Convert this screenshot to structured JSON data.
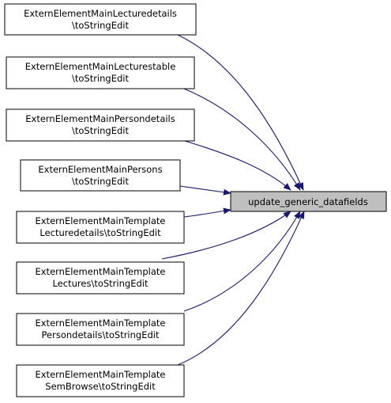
{
  "target": {
    "label": "update_generic_datafields"
  },
  "callers": [
    {
      "line1": "ExternElementMainLecturedetails",
      "line2": "\\toStringEdit"
    },
    {
      "line1": "ExternElementMainLecturestable",
      "line2": "\\toStringEdit"
    },
    {
      "line1": "ExternElementMainPersondetails",
      "line2": "\\toStringEdit"
    },
    {
      "line1": "ExternElementMainPersons",
      "line2": "\\toStringEdit"
    },
    {
      "line1": "ExternElementMainTemplate",
      "line2": "Lecturedetails\\toStringEdit"
    },
    {
      "line1": "ExternElementMainTemplate",
      "line2": "Lectures\\toStringEdit"
    },
    {
      "line1": "ExternElementMainTemplate",
      "line2": "Persondetails\\toStringEdit"
    },
    {
      "line1": "ExternElementMainTemplate",
      "line2": "SemBrowse\\toStringEdit"
    }
  ],
  "colors": {
    "edge": "#191970",
    "target_fill": "#bfbfbf",
    "node_fill": "#ffffff"
  }
}
